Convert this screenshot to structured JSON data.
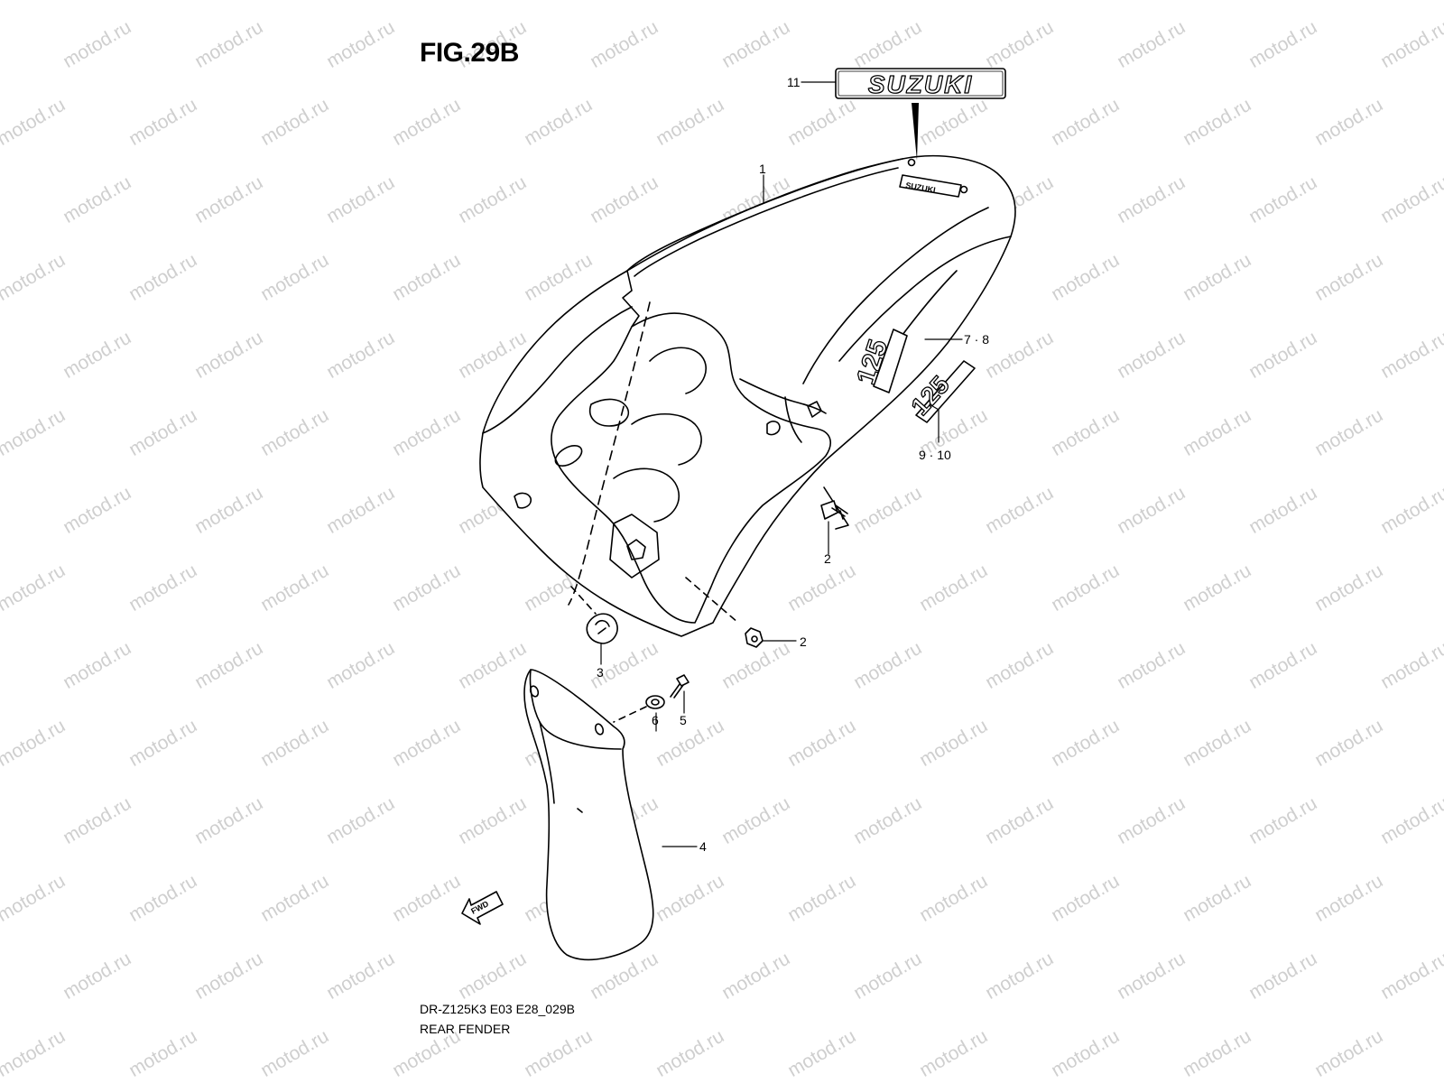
{
  "figure": {
    "title": "FIG.29B",
    "code": "DR-Z125K3 E03 E28_029B",
    "name": "REAR FENDER"
  },
  "watermark": {
    "text": "motod.ru"
  },
  "logo": {
    "text": "SUZUKI"
  },
  "decals": {
    "small_brand": "SUZUKI",
    "model_number": "125"
  },
  "direction": {
    "text": "FWD"
  },
  "callouts": [
    {
      "id": "11",
      "label": "11"
    },
    {
      "id": "1",
      "label": "1"
    },
    {
      "id": "7-8",
      "label": "7 · 8"
    },
    {
      "id": "9-10",
      "label": "9 · 10"
    },
    {
      "id": "2a",
      "label": "2"
    },
    {
      "id": "2b",
      "label": "2"
    },
    {
      "id": "3",
      "label": "3"
    },
    {
      "id": "6",
      "label": "6"
    },
    {
      "id": "5",
      "label": "5"
    },
    {
      "id": "4",
      "label": "4"
    }
  ]
}
